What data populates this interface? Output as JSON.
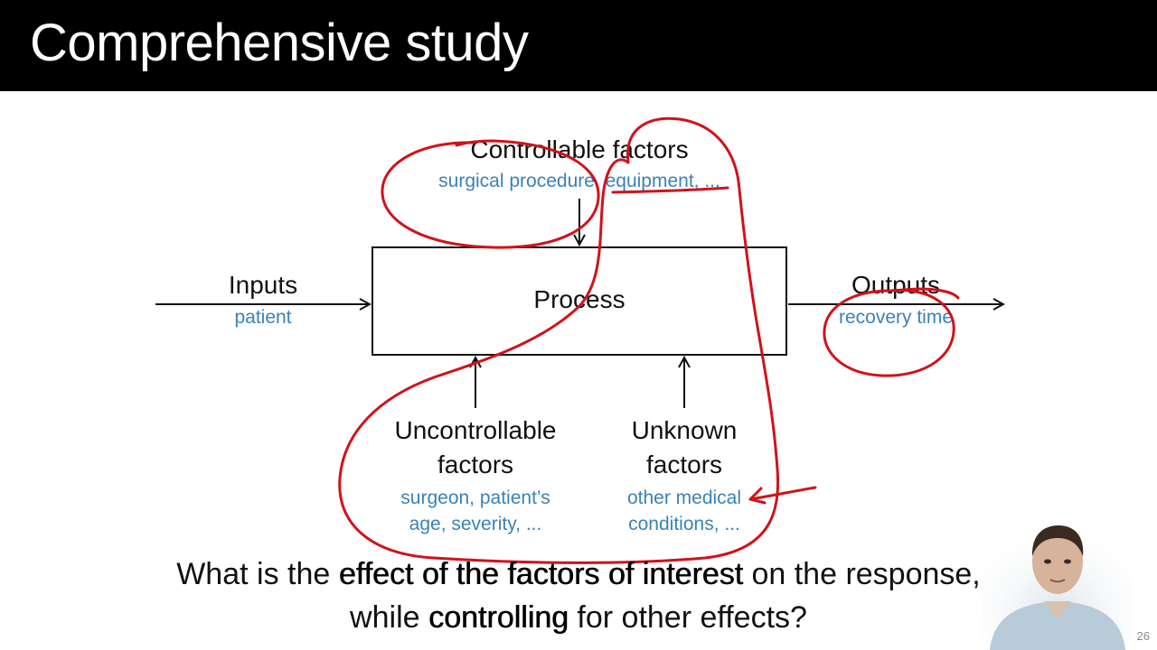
{
  "slide": {
    "title": "Comprehensive study",
    "page_number": "26"
  },
  "diagram": {
    "process": "Process",
    "inputs": {
      "label": "Inputs",
      "example": "patient"
    },
    "outputs": {
      "label": "Outputs",
      "example": "recovery time"
    },
    "controllable": {
      "label": "Controllable factors",
      "example": "surgical procedure, equipment, ..."
    },
    "uncontrollable": {
      "label_line1": "Uncontrollable",
      "label_line2": "factors",
      "example_line1": "surgeon, patient’s",
      "example_line2": "age, severity, ..."
    },
    "unknown": {
      "label_line1": "Unknown",
      "label_line2": "factors",
      "example_line1": "other medical",
      "example_line2": "conditions, ..."
    }
  },
  "question": {
    "line1_pre": "What is the ",
    "line1_bold": "effect of the factors of interest",
    "line1_post": " on the response,",
    "line2_pre": "while ",
    "line2_bold": "controlling",
    "line2_post": " for other effects?"
  },
  "colors": {
    "title_bar": "#000000",
    "example_text": "#3a82b6",
    "annotation": "#d0121b"
  },
  "presenter": {
    "icon": "presenter-video-thumbnail"
  }
}
